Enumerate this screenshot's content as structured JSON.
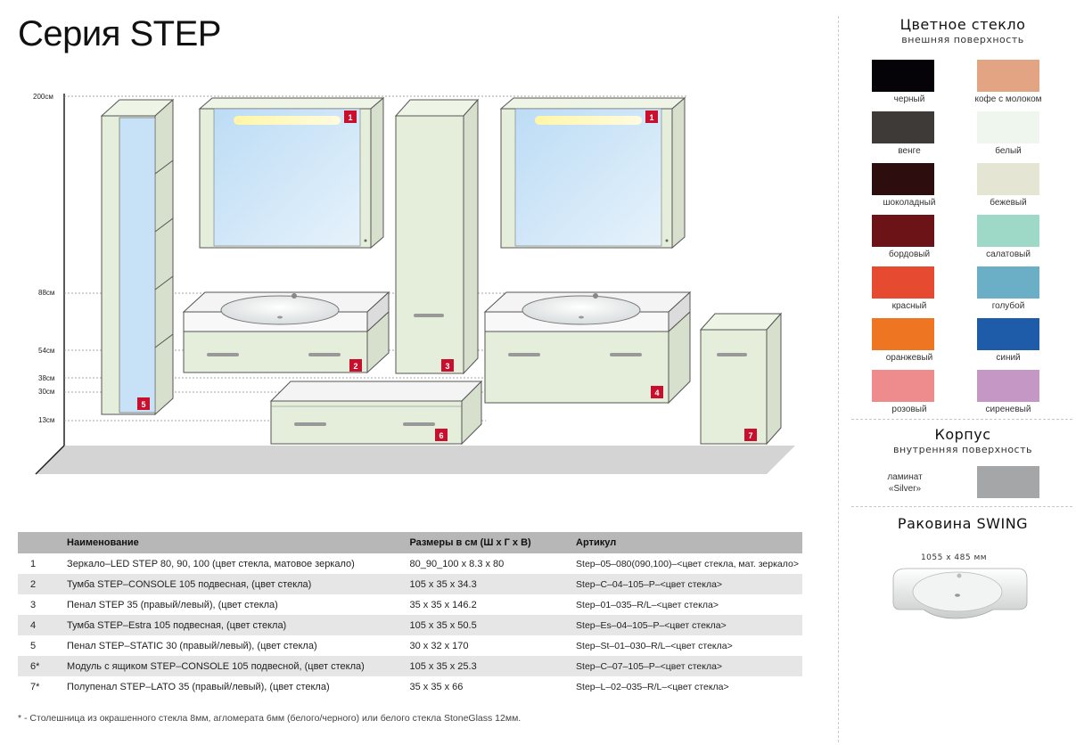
{
  "title": "Серия STEP",
  "dimensions": [
    {
      "label": "200см"
    },
    {
      "label": "88см"
    },
    {
      "label": "54см"
    },
    {
      "label": "38см"
    },
    {
      "label": "30см"
    },
    {
      "label": "13см"
    }
  ],
  "badges": [
    "1",
    "2",
    "3",
    "4",
    "5",
    "6",
    "7",
    "1"
  ],
  "panel": {
    "glass_title": "Цветное стекло",
    "glass_sub": "внешняя поверхность",
    "swatches": [
      {
        "label": "черный",
        "color": "#050308"
      },
      {
        "label": "кофе с молоком",
        "color": "#e3a483"
      },
      {
        "label": "венге",
        "color": "#3e3a37"
      },
      {
        "label": "белый",
        "color": "#eef6ee"
      },
      {
        "label": "шоколадный",
        "color": "#2e0d0e"
      },
      {
        "label": "бежевый",
        "color": "#e4e5d2"
      },
      {
        "label": "бордовый",
        "color": "#6b1317"
      },
      {
        "label": "салатовый",
        "color": "#9ed9c8"
      },
      {
        "label": "красный",
        "color": "#e64a31"
      },
      {
        "label": "голубой",
        "color": "#6aafc6"
      },
      {
        "label": "оранжевый",
        "color": "#ee7521"
      },
      {
        "label": "синий",
        "color": "#1e5ba8"
      },
      {
        "label": "розовый",
        "color": "#ee8b8c"
      },
      {
        "label": "сиреневый",
        "color": "#c497c4"
      }
    ],
    "body_title": "Корпус",
    "body_sub": "внутренняя поверхность",
    "laminate_line1": "ламинат",
    "laminate_line2": "«Silver»",
    "laminate_color": "#a5a6a8",
    "sink_title": "Раковина SWING",
    "sink_size": "1055 x 485 мм"
  },
  "table": {
    "headers": [
      "",
      "Наименование",
      "Размеры в см (Ш х Г х В)",
      "Артикул"
    ],
    "rows": [
      [
        "1",
        "Зеркало–LED STEP 80, 90, 100 (цвет стекла, матовое зеркало)",
        "80_90_100 x 8.3 x 80",
        "Step–05–080(090,100)–<цвет стекла, мат. зеркало>"
      ],
      [
        "2",
        "Тумба STEP–CONSOLE 105 подвесная, (цвет стекла)",
        "105 x 35 x 34.3",
        "Step–C–04–105–P–<цвет стекла>"
      ],
      [
        "3",
        "Пенал STEP 35 (правый/левый), (цвет стекла)",
        "35 x 35 x 146.2",
        "Step–01–035–R/L–<цвет стекла>"
      ],
      [
        "4",
        "Тумба STEP–Estra 105 подвесная, (цвет стекла)",
        "105 x 35 x 50.5",
        "Step–Es–04–105–P–<цвет стекла>"
      ],
      [
        "5",
        "Пенал STEP–STATIC 30 (правый/левый), (цвет стекла)",
        "30 x 32 x 170",
        "Step–St–01–030–R/L–<цвет стекла>"
      ],
      [
        "6*",
        "Модуль с ящиком STEP–CONSOLE 105 подвесной, (цвет стекла)",
        "105 x 35 x 25.3",
        "Step–C–07–105–P–<цвет стекла>"
      ],
      [
        "7*",
        "Полупенал STEP–LATO 35 (правый/левый), (цвет стекла)",
        "35 x 35 x 66",
        "Step–L–02–035–R/L–<цвет стекла>"
      ]
    ]
  },
  "footnote": "* - Столешница из окрашенного стекла 8мм, агломерата 6мм (белого/черного) или белого стекла StoneGlass 12мм.",
  "colors": {
    "accent_red": "#c8102e",
    "cabinet": "#e4eedb",
    "mirror": "#c9e3f7"
  }
}
